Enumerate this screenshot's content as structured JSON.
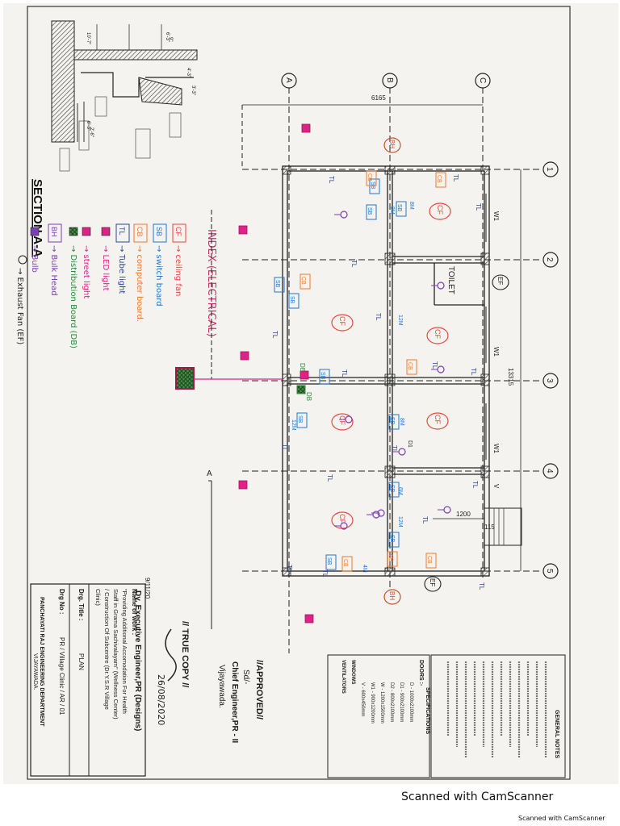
{
  "footer": {
    "scanner_big": "Scanned with CamScanner",
    "scanner_small": "Scanned with CamScanner"
  },
  "section": {
    "title": "SECTION A-A",
    "dims": [
      "10'-7\"",
      "6'-3\"",
      "6'-3\"",
      "4'-3\"",
      "3'-3\"",
      "2'-6\"",
      "9\""
    ]
  },
  "index": {
    "title": "INDEX (ELECTRICAL)",
    "items": [
      {
        "sym": "CF",
        "text": "→ ceiling fan"
      },
      {
        "sym": "SB",
        "text": "→ switch board"
      },
      {
        "sym": "CB",
        "text": "→ computer board."
      },
      {
        "sym": "TL",
        "text": "→ Tube light"
      },
      {
        "sym": "",
        "text": "→ LED light"
      },
      {
        "sym": "",
        "text": "→ street light"
      },
      {
        "sym": "",
        "text": "→ Distribution Board (DB)"
      },
      {
        "sym": "BH",
        "text": "→ Bulk Head"
      },
      {
        "sym": "",
        "text": "→ Bulb"
      }
    ],
    "exhaust": "→ Exhaust Fan (EF)"
  },
  "grid": {
    "letters": [
      "A",
      "B",
      "C"
    ],
    "numbers": [
      "1",
      "2",
      "3",
      "4",
      "5"
    ],
    "dim_top": "6165",
    "dim_right": "13315",
    "dim_door": "1200",
    "dim_step": "115"
  },
  "plan": {
    "toilet": "TOILET",
    "labels": {
      "CF": "CF",
      "TL": "TL",
      "SB": "SB",
      "CB": "CB",
      "BH": "BH",
      "EF": "EF",
      "DB": "DB",
      "W1": "W1",
      "V": "V",
      "D1": "D1",
      "m8": "8M",
      "m4": "4M",
      "m12": "12M",
      "m6": "6M"
    }
  },
  "approval": {
    "approved": "//APPROVED//",
    "sd": "Sd/-",
    "chief": "Chief Engineer,PR - II",
    "city": "Vijayawada.",
    "true_copy": "// TRUE COPY //",
    "signature_date": "26/08/2020",
    "date_small": "9/11/20",
    "exec_by": "Dy. Executive Engineer,PR (Designs)"
  },
  "title_block": {
    "name_of_work_label": "Name of work :",
    "name_of_work": "\"Providing Additional Accomodation For Health Staff in Grama Sachivalayam\" (Wellness Center) / Construction Of Subcentre (Dr.Y.S.R Village Clinic)",
    "dwg_title_label": "Drg. Title :",
    "dwg_title": "PLAN",
    "dwg_no_label": "Drg No :",
    "dwg_no": "PR / Village Clinic / AR / 01",
    "department": "PANCHAYATI RAJ ENGINEERING DEPARTMENT",
    "city": "VIJAYAWADA."
  },
  "spec": {
    "heading": "SPECIFICATIONS",
    "doors": "DOORS :-",
    "windows": "WINDOWS",
    "ventilators": "VENTILATORS",
    "lines": [
      "D - 1000x2100mm",
      "D1 - 900x2100mm",
      "D2 - 800x2100mm",
      "W - 1200x1500mm",
      "W1 - 900x1200mm",
      "V - 600x450mm"
    ]
  },
  "notes": {
    "heading": "GENERAL NOTES"
  },
  "colors": {
    "ink": "#1c1c1c",
    "cf_red": "#e8453c",
    "sb_blue": "#2277cc",
    "cb_orange": "#ef7a2d",
    "led_pink": "#e0218a",
    "db_green": "#2a8a3a",
    "violet": "#7a3fb0",
    "index_magenta": "#d0306a",
    "hatch": "#555555"
  },
  "colors_extra": {
    "cyan": "#1aa3c8",
    "bh_brown": "#c8542a"
  }
}
